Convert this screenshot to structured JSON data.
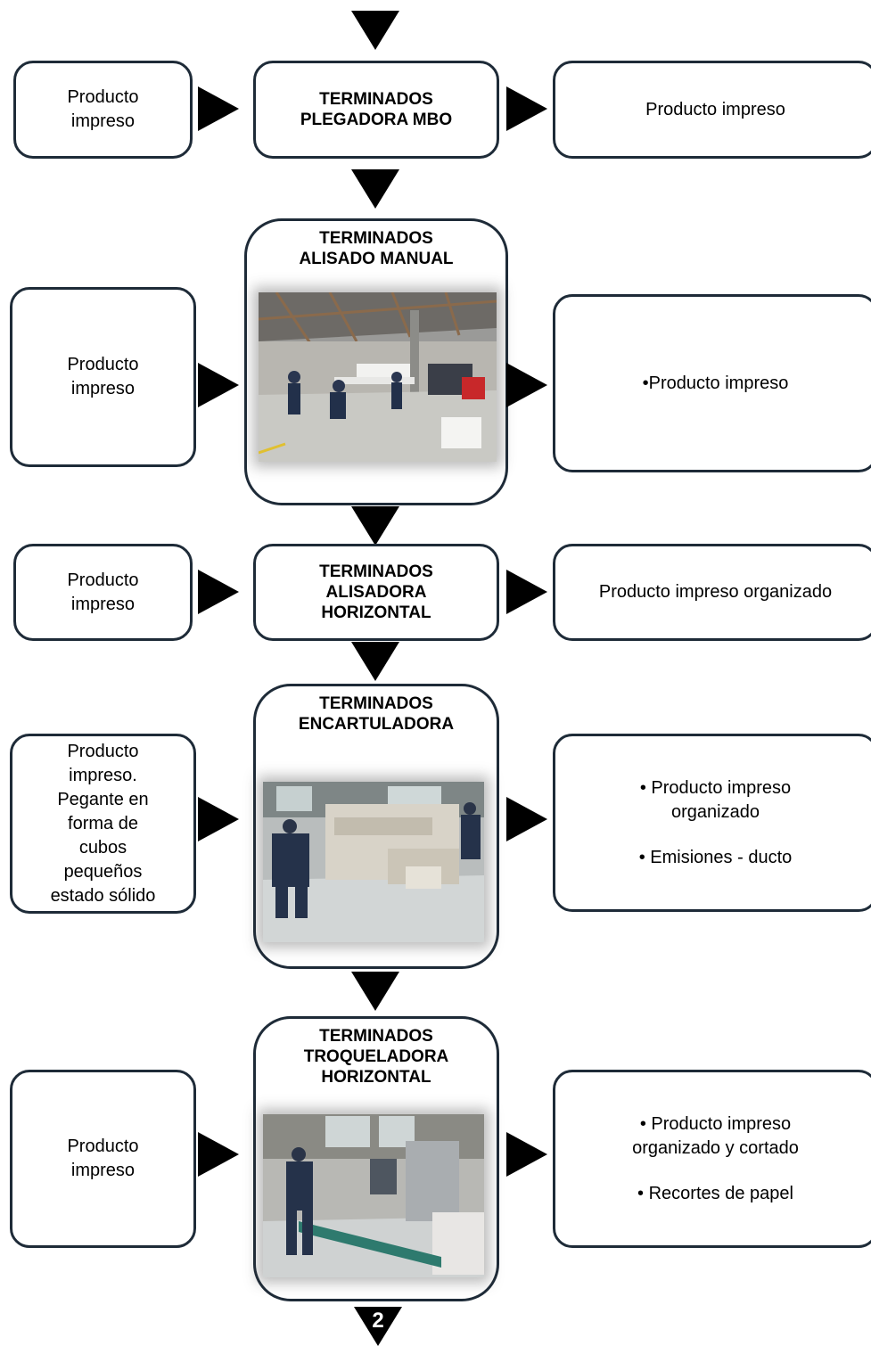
{
  "steps": [
    {
      "title": "TERMINADOS\nPLEGADORA MBO",
      "input": "Producto\nimpreso",
      "outputs": [
        "Producto impreso"
      ]
    },
    {
      "title": "TERMINADOS\nALISADO MANUAL",
      "input": "Producto\nimpreso",
      "outputs": [
        "•Producto impreso"
      ]
    },
    {
      "title": "TERMINADOS\nALISADORA\nHORIZONTAL",
      "input": "Producto\nimpreso",
      "outputs": [
        "Producto impreso organizado"
      ]
    },
    {
      "title": "TERMINADOS\nENCARTULADORA",
      "input": "Producto\nimpreso.\nPegante en\nforma de\ncubos\npequeños\nestado sólido",
      "outputs": [
        "• Producto impreso\norganizado",
        "• Emisiones  - ducto"
      ]
    },
    {
      "title": "TERMINADOS\nTROQUELADORA\nHORIZONTAL",
      "input": "Producto\nimpreso",
      "outputs": [
        "• Producto impreso\norganizado y cortado",
        "• Recortes de papel"
      ]
    }
  ],
  "page_connector": "2",
  "colors": {
    "border": "#1e2b38",
    "arrow": "#000000"
  }
}
